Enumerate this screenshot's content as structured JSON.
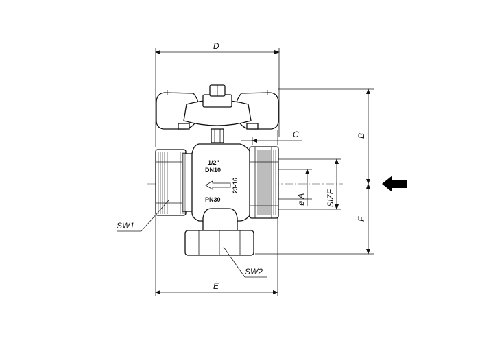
{
  "dimensions": {
    "d": "D",
    "c": "C",
    "b": "B",
    "f": "F",
    "e": "E",
    "a": "ø A",
    "size": "SIZE"
  },
  "wrenches": {
    "sw1": "SW1",
    "sw2": "SW2"
  },
  "body_markings": {
    "size_inch": "1/2\"",
    "dn": "DN10",
    "pn": "PN30",
    "code": "23-16"
  },
  "flow_arrow_icon": "arrow-left-icon"
}
